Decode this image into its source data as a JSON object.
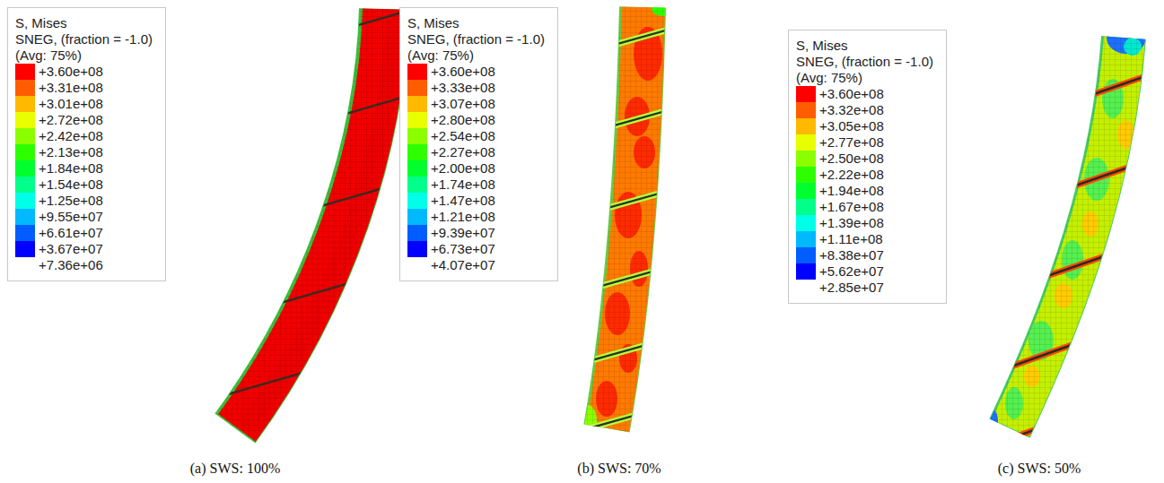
{
  "diagram": {
    "nodes": [
      {
        "text": [
          "S, Mises",
          "SNEG, (fraction = -1.0)",
          "(Avg: 75%)"
        ]
      },
      {
        "text": [
          "S, Mises",
          "SNEG, (fraction = -1.0)",
          "(Avg: 75%)"
        ]
      },
      {
        "text": [
          "S, Mises",
          "SNEG, (fraction = -1.0)",
          "(Avg: 75%)"
        ]
      }
    ],
    "labels": [
      "(a) SWS: 100%",
      "(b) SWS: 70%",
      "(c) SWS: 50%"
    ],
    "legend": [
      {
        "text": "+3.60e+08",
        "color": "#ff0000"
      },
      {
        "text": "+3.31e+08",
        "color": "#ff5d00"
      },
      {
        "text": "+3.01e+08",
        "color": "#ffb900"
      },
      {
        "text": "+2.72e+08",
        "color": "#e8ff00"
      },
      {
        "text": "+2.42e+08",
        "color": "#8bff00"
      },
      {
        "text": "+2.13e+08",
        "color": "#2eff00"
      },
      {
        "text": "+1.84e+08",
        "color": "#00ff2e"
      },
      {
        "text": "+1.54e+08",
        "color": "#00ff8b"
      },
      {
        "text": "+1.25e+08",
        "color": "#00ffe8"
      },
      {
        "text": "+9.55e+07",
        "color": "#00b9ff"
      },
      {
        "text": "+6.61e+07",
        "color": "#005dff"
      },
      {
        "text": "+3.67e+07",
        "color": "#0000ff"
      },
      {
        "text": "+7.36e+06"
      },
      {
        "text": "+3.60e+08",
        "color": "#ff0000"
      },
      {
        "text": "+3.33e+08",
        "color": "#ff5d00"
      },
      {
        "text": "+3.07e+08",
        "color": "#ffb900"
      },
      {
        "text": "+2.80e+08",
        "color": "#e8ff00"
      },
      {
        "text": "+2.54e+08",
        "color": "#8bff00"
      },
      {
        "text": "+2.27e+08",
        "color": "#2eff00"
      },
      {
        "text": "+2.00e+08",
        "color": "#00ff2e"
      },
      {
        "text": "+1.74e+08",
        "color": "#00ff8b"
      },
      {
        "text": "+1.47e+08",
        "color": "#00ffe8"
      },
      {
        "text": "+1.21e+08",
        "color": "#00b9ff"
      },
      {
        "text": "+9.39e+07",
        "color": "#005dff"
      },
      {
        "text": "+6.73e+07",
        "color": "#0000ff"
      },
      {
        "text": "+4.07e+07"
      },
      {
        "text": "+3.60e+08",
        "color": "#ff0000"
      },
      {
        "text": "+3.32e+08",
        "color": "#ff5d00"
      },
      {
        "text": "+3.05e+08",
        "color": "#ffb900"
      },
      {
        "text": "+2.77e+08",
        "color": "#e8ff00"
      },
      {
        "text": "+2.50e+08",
        "color": "#8bff00"
      },
      {
        "text": "+2.22e+08",
        "color": "#2eff00"
      },
      {
        "text": "+1.94e+08",
        "color": "#00ff2e"
      },
      {
        "text": "+1.67e+08",
        "color": "#00ff8b"
      },
      {
        "text": "+1.39e+08",
        "color": "#00ffe8"
      },
      {
        "text": "+1.11e+08",
        "color": "#00b9ff"
      },
      {
        "text": "+8.38e+07",
        "color": "#005dff"
      },
      {
        "text": "+5.62e+07",
        "color": "#0000ff"
      },
      {
        "text": "+2.85e+07"
      }
    ]
  }
}
